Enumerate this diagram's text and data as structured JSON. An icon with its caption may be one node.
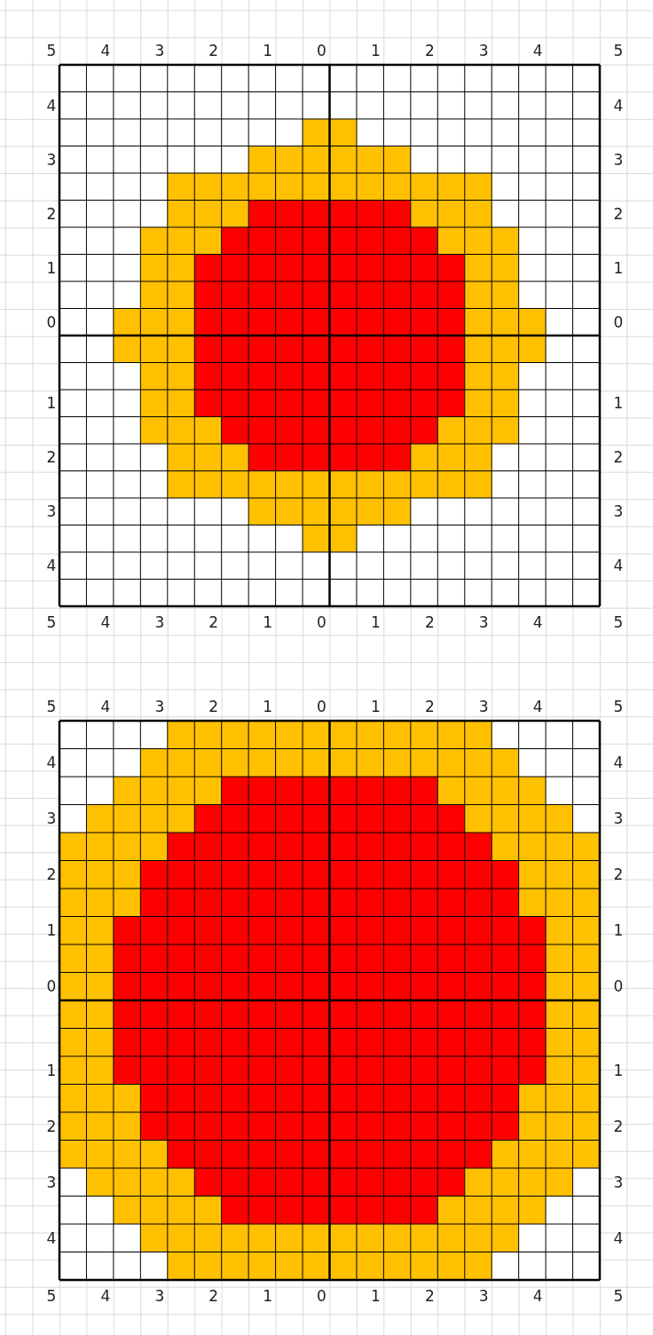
{
  "diagram": {
    "labels": [
      "5",
      "4",
      "3",
      "2",
      "1",
      "0",
      "1",
      "2",
      "3",
      "4",
      "5",
      "4",
      "4",
      "3",
      "3",
      "2",
      "2",
      "1",
      "1",
      "0",
      "0",
      "1",
      "1",
      "2",
      "2",
      "3",
      "3",
      "4",
      "4",
      "5",
      "4",
      "3",
      "2",
      "1",
      "0",
      "1",
      "2",
      "3",
      "4",
      "5",
      "5",
      "4",
      "3",
      "2",
      "1",
      "0",
      "1",
      "2",
      "3",
      "4",
      "5",
      "4",
      "4",
      "3",
      "3",
      "2",
      "2",
      "1",
      "1",
      "0",
      "0",
      "1",
      "1",
      "2",
      "2",
      "3",
      "3",
      "4",
      "4",
      "5",
      "4",
      "3",
      "2",
      "1",
      "0",
      "1",
      "2",
      "3",
      "4",
      "5"
    ]
  }
}
